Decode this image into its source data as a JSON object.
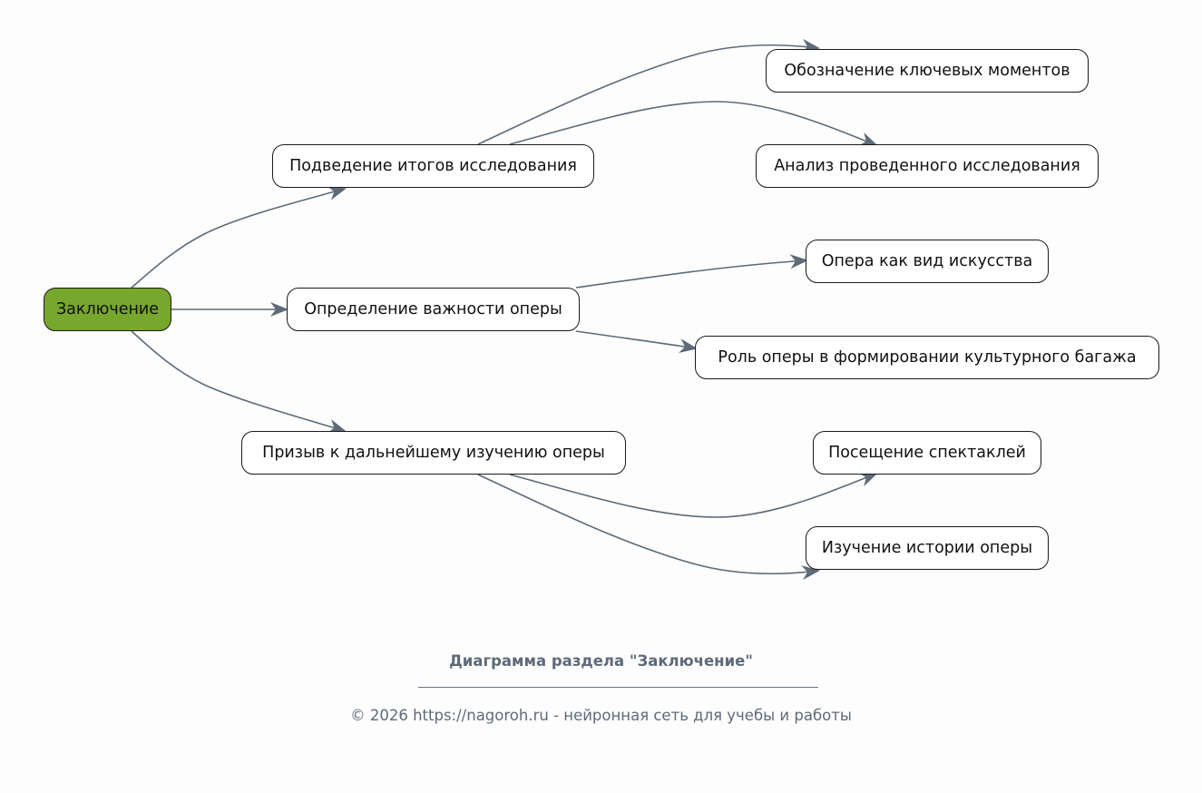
{
  "diagram": {
    "root": {
      "label": "Заключение",
      "fill": "#77a72c"
    },
    "level1": [
      {
        "label": "Подведение итогов исследования"
      },
      {
        "label": "Определение важности оперы"
      },
      {
        "label": "Призыв к дальнейшему изучению оперы"
      }
    ],
    "level2": [
      {
        "label": "Обозначение ключевых моментов"
      },
      {
        "label": "Анализ проведенного исследования"
      },
      {
        "label": "Опера как вид искусства"
      },
      {
        "label": "Роль оперы в формировании культурного багажа"
      },
      {
        "label": "Посещение спектаклей"
      },
      {
        "label": "Изучение истории оперы"
      }
    ],
    "edge_color": "#5e6a78"
  },
  "caption": {
    "title": "Диаграмма раздела \"Заключение\"",
    "footer": "© 2026 https://nagoroh.ru - нейронная сеть для учебы и работы"
  }
}
